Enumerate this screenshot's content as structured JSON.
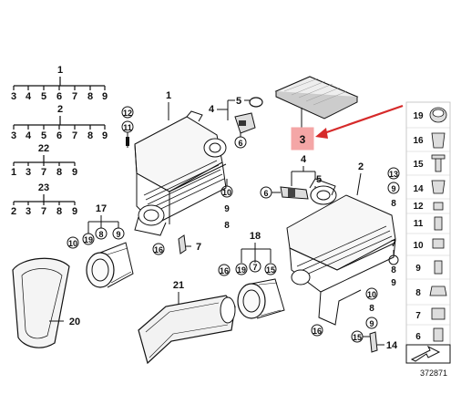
{
  "tree_groups": [
    {
      "top": "1",
      "children": [
        "3",
        "4",
        "5",
        "6",
        "7",
        "8",
        "9"
      ]
    },
    {
      "top": "2",
      "children": [
        "3",
        "4",
        "5",
        "6",
        "7",
        "8",
        "9"
      ]
    },
    {
      "top": "22",
      "children": [
        "1",
        "3",
        "7",
        "8",
        "9"
      ]
    },
    {
      "top": "23",
      "children": [
        "2",
        "3",
        "7",
        "8",
        "9"
      ]
    }
  ],
  "callouts": {
    "housing_left": "1",
    "housing_right": "2",
    "filter_element": "3",
    "bracket_left": "4",
    "bracket_middle": "4",
    "gasket": "5",
    "gasket_middle": "5",
    "sensor_left": "6",
    "sensor_middle": "6",
    "clip_left": "7",
    "clip_lower": "7",
    "screw_left_8": "8",
    "screw_left_9": "9",
    "screw_left_12": "12",
    "screw_left_11": "11",
    "screw_right_13": "13",
    "screw_right_9": "9",
    "screw_right_8": "8",
    "grommet_16a": "16",
    "pipe_17": "17",
    "pipe_18": "18",
    "seal_19a": "19",
    "seal_19b": "19",
    "screw_10a": "10",
    "screw_10b": "10",
    "hose_20": "20",
    "duct_21": "21",
    "nut_7a": "7",
    "nut_8a": "8",
    "nut_9a": "9",
    "nut_10c": "10",
    "nut_9c": "9",
    "nut_8c": "8",
    "nut_15": "15",
    "nut_16": "16",
    "clip_14": "14",
    "panel_15a": "15",
    "panel_15b": "15",
    "panel_9a": "9",
    "panel_8a": "8",
    "panel_7a": "7",
    "panel_16a": "16"
  },
  "parts_panel": [
    "19",
    "16",
    "15",
    "14",
    "12",
    "11",
    "10",
    "9",
    "8",
    "7",
    "6"
  ],
  "diagram_number": "372871",
  "colors": {
    "highlight": "#f4a6a6",
    "arrow": "#d62a2a",
    "ink": "#111111"
  }
}
